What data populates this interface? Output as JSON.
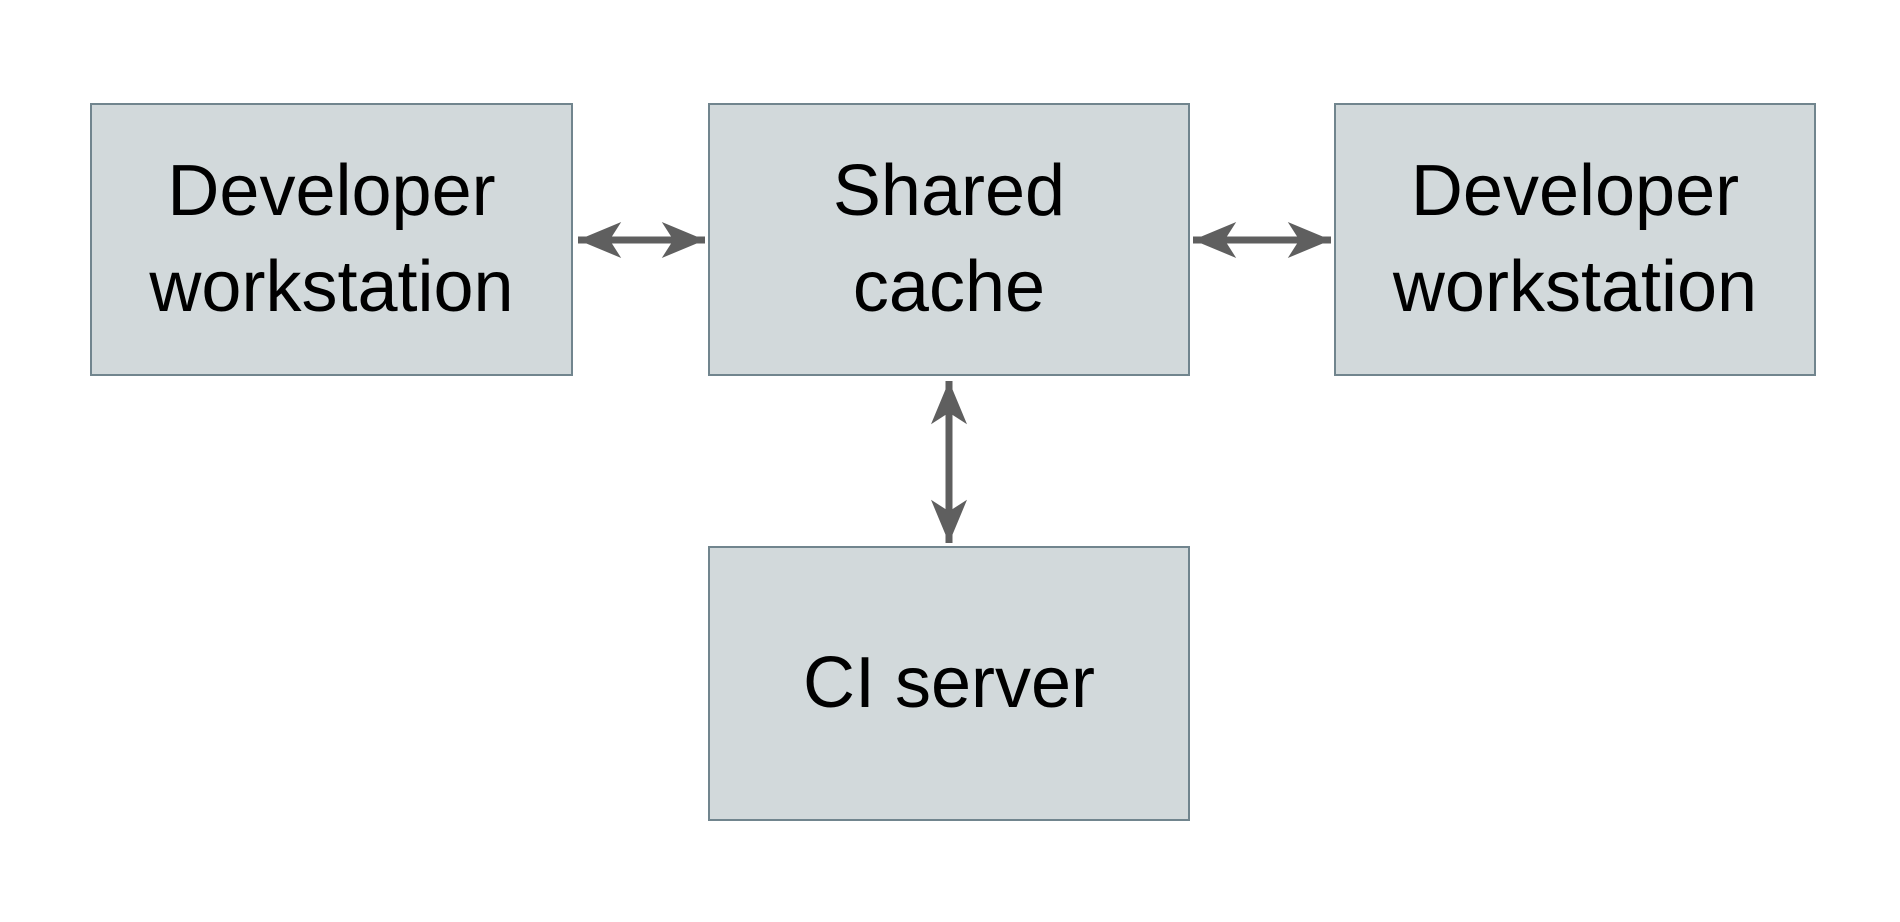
{
  "diagram": {
    "title": "",
    "nodes": [
      {
        "id": "developer-workstation-left",
        "label": "Developer\nworkstation"
      },
      {
        "id": "shared-cache",
        "label": "Shared\ncache"
      },
      {
        "id": "developer-workstation-right",
        "label": "Developer\nworkstation"
      },
      {
        "id": "ci-server",
        "label": "CI server"
      }
    ],
    "edges": [
      {
        "from": "developer-workstation-left",
        "to": "shared-cache",
        "type": "bidirectional-arrow"
      },
      {
        "from": "shared-cache",
        "to": "developer-workstation-right",
        "type": "bidirectional-arrow"
      },
      {
        "from": "shared-cache",
        "to": "ci-server",
        "type": "bidirectional-arrow"
      }
    ],
    "colors": {
      "background": "#ffffff",
      "node_fill": "#d2d9db",
      "node_border": "#71858e",
      "arrow": "#5f5f5f",
      "text": "#000000"
    }
  }
}
